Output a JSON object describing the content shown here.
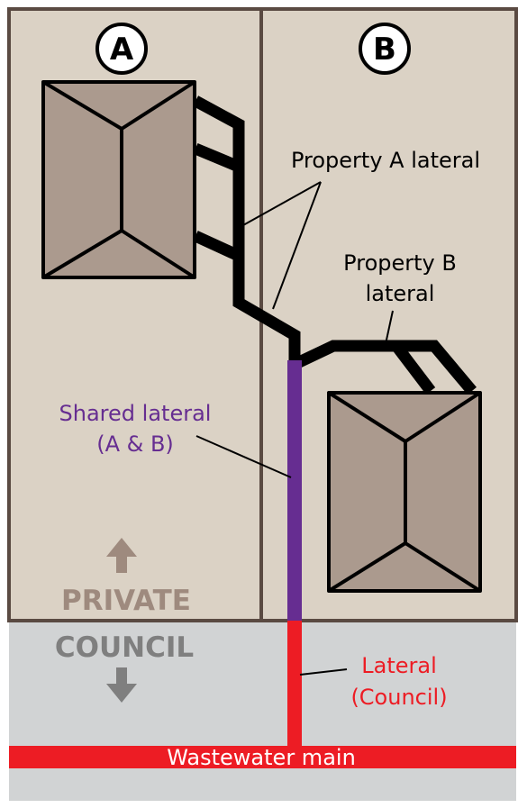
{
  "properties": {
    "a": {
      "badge": "A"
    },
    "b": {
      "badge": "B"
    }
  },
  "labels": {
    "property_a_lateral": "Property A lateral",
    "property_b_lateral_line1": "Property B",
    "property_b_lateral_line2": "lateral",
    "shared_lateral_line1": "Shared lateral",
    "shared_lateral_line2": "(A & B)",
    "council_lateral_line1": "Lateral",
    "council_lateral_line2": "(Council)",
    "wastewater_main": "Wastewater main"
  },
  "zones": {
    "private": "PRIVATE",
    "council": "COUNCIL"
  },
  "colors": {
    "private_land": "#dbd2c5",
    "council_land": "#d1d3d4",
    "boundary": "#5a4a42",
    "roof": "#ab9a8e",
    "private_pipe": "#000000",
    "shared_pipe": "#662d91",
    "council_pipe": "#ed1c24",
    "private_text": "#9e8a7e",
    "council_text": "#7f7f7f",
    "shared_text": "#662d91",
    "council_label_text": "#ed1c24"
  }
}
